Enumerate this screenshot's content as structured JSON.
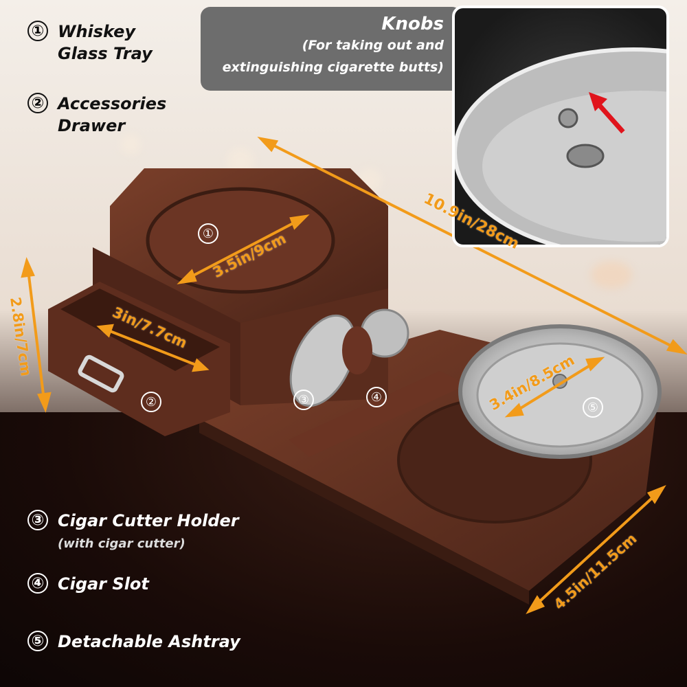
{
  "legend": [
    {
      "num": "①",
      "lines": [
        "Whiskey",
        "Glass Tray"
      ]
    },
    {
      "num": "②",
      "lines": [
        "Accessories",
        "Drawer"
      ]
    },
    {
      "num": "③",
      "lines": [
        "Cigar Cutter Holder"
      ],
      "sub": "(with cigar cutter)"
    },
    {
      "num": "④",
      "lines": [
        "Cigar Slot"
      ]
    },
    {
      "num": "⑤",
      "lines": [
        "Detachable Ashtray"
      ]
    }
  ],
  "knobs": {
    "title": "Knobs",
    "desc_line1": "(For taking out and",
    "desc_line2": "extinguishing cigarette butts)"
  },
  "dimensions": {
    "length": "10.9in/28cm",
    "height": "2.8in/7cm",
    "glass": "3.5in/9cm",
    "drawer": "3in/7.7cm",
    "ashtray": "3.4in/8.5cm",
    "width": "4.5in/11.5cm"
  },
  "markers": [
    "①",
    "②",
    "③",
    "④",
    "⑤"
  ],
  "colors": {
    "dimension": "#f29b1a",
    "wood": "#5a2e1f",
    "steel": "#c9c9c9",
    "arrow_red": "#e0141c"
  }
}
